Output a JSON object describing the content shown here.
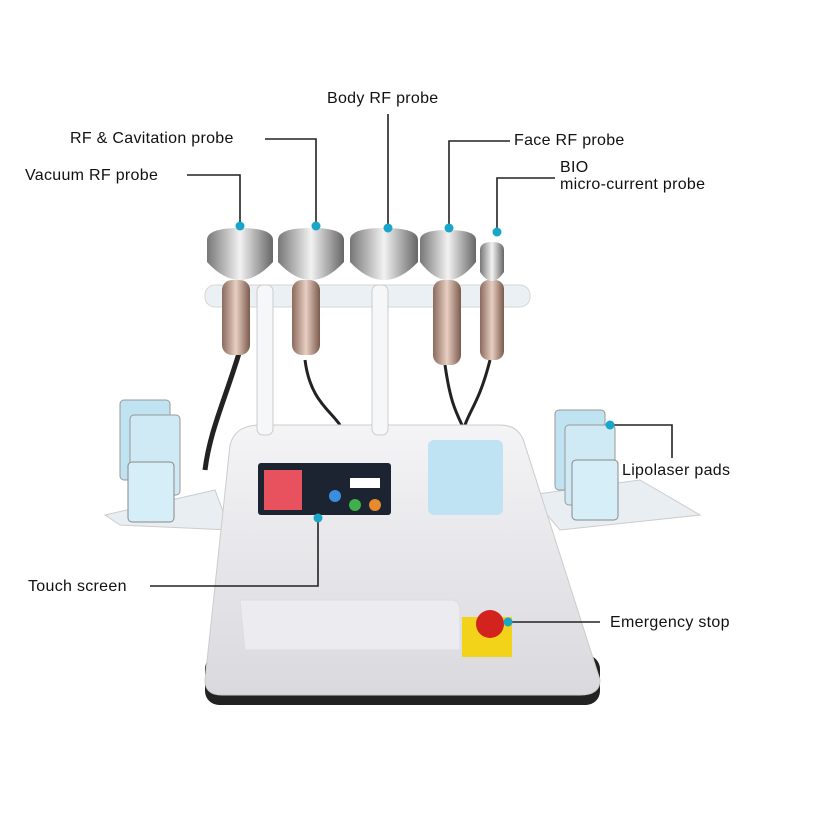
{
  "labels": {
    "body_rf": "Body RF probe",
    "rf_cavitation": "RF & Cavitation probe",
    "face_rf": "Face RF probe",
    "vacuum_rf": "Vacuum RF probe",
    "bio_line1": "BIO",
    "bio_line2": "micro-current probe",
    "lipolaser": "Lipolaser pads",
    "touch_screen": "Touch screen",
    "emergency_stop": "Emergency stop"
  },
  "colors": {
    "callout_dot": "#1aa6c9",
    "line": "#222222",
    "probe_metal": "#b98e7c"
  }
}
